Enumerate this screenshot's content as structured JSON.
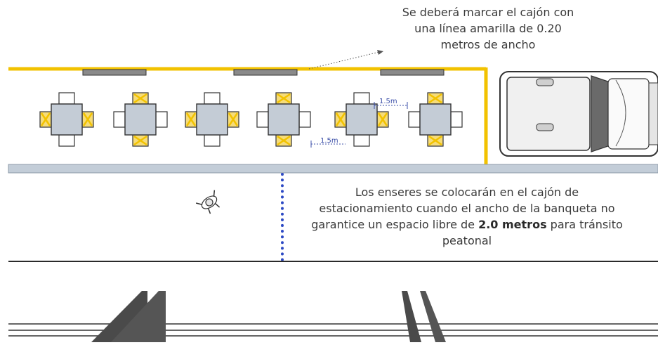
{
  "annotations": {
    "top_note_lines": [
      "Se deberá marcar el cajón con",
      "una línea amarilla de 0.20",
      "metros de ancho"
    ],
    "bottom_note": {
      "line1": "Los enseres se colocarán en el cajón de",
      "line2": "estacionamiento cuando el ancho de la  banqueta no",
      "line3_prefix": "garantice un espacio libre de ",
      "line3_bold": "2.0 metros",
      "line3_suffix": " para tránsito",
      "line4": "peatonal"
    }
  },
  "dimensions": {
    "spacing_horizontal": "1.5m",
    "spacing_vertical": "1.5m"
  },
  "colors": {
    "yellow_marking": "#f2c200",
    "table_fill": "#c4ccd6",
    "sidewalk_strip": "#c3cdd8",
    "dotted_line": "#2c49c4",
    "dimension_text": "#3b4fa8"
  },
  "icons": {
    "pedestrian": "pedestrian-icon",
    "vehicle": "pickup-truck-icon"
  }
}
